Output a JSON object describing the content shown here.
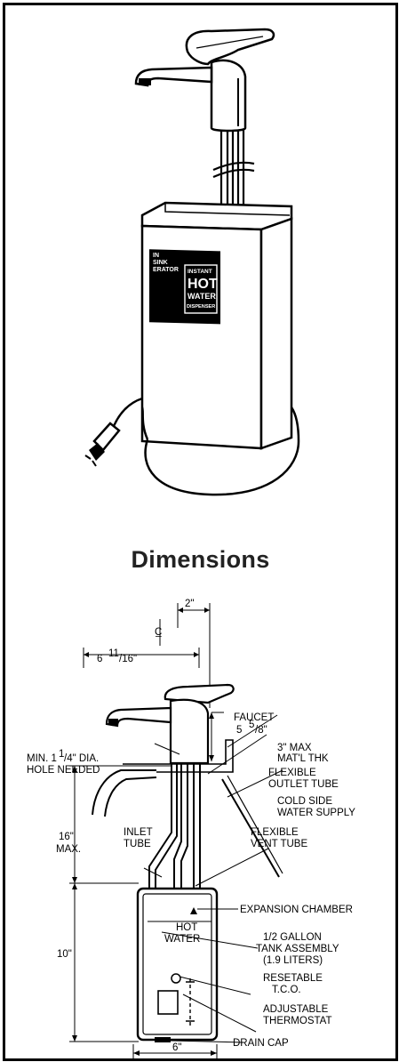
{
  "section_title": "Dimensions",
  "badge": {
    "brand_line1": "IN",
    "brand_line2": "SINK",
    "brand_line3": "ERATOR",
    "product_line1": "INSTANT",
    "product_line2": "HOT",
    "product_line3": "WATER",
    "product_line4": "DISPENSER"
  },
  "dimensions": {
    "spout_offset": "2\"",
    "centerline_symbol": "C̲",
    "reach": "6 11/16\"",
    "reach_main": "6 ",
    "reach_sup": "11",
    "reach_rest": "/16\"",
    "faucet_label": "FAUCET",
    "faucet_height_main": "5 ",
    "faucet_height_sup": "5",
    "faucet_height_rest": "/8\"",
    "max_thickness_1": "3\" MAX",
    "max_thickness_2": "MAT'L THK",
    "hole_1": "MIN. 1",
    "hole_sup": "1",
    "hole_rest": "/4\" DIA.",
    "hole_2": "HOLE NEEDED",
    "tube_clearance_1": "16\"",
    "tube_clearance_2": "MAX.",
    "tank_height": "10\"",
    "tank_width": "6\""
  },
  "callouts": {
    "flexible_outlet_1": "FLEXIBLE",
    "flexible_outlet_2": "OUTLET TUBE",
    "cold_supply_1": "COLD SIDE",
    "cold_supply_2": "WATER SUPPLY",
    "inlet_1": "INLET",
    "inlet_2": "TUBE",
    "vent_1": "FLEXIBLE",
    "vent_2": "VENT TUBE",
    "expansion": "EXPANSION CHAMBER",
    "hot_1": "HOT",
    "hot_2": "WATER",
    "tank_1": "1/2 GALLON",
    "tank_2": "TANK ASSEMBLY",
    "tank_3": "(1.9 LITERS)",
    "tco_1": "RESETABLE",
    "tco_2": "T.C.O.",
    "thermostat_1": "ADJUSTABLE",
    "thermostat_2": "THERMOSTAT",
    "drain": "DRAIN CAP"
  }
}
